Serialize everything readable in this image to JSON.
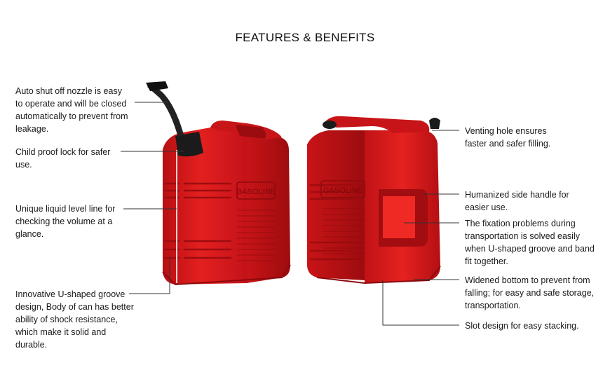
{
  "title": "FEATURES & BENEFITS",
  "left_callouts": [
    "Auto shut off nozzle is easy\nto operate and will be closed\nautomatically to prevent from\nleakage.",
    "Child proof lock for safer\nuse.",
    "Unique liquid level line for\nchecking the volume at a\nglance.",
    "Innovative U-shaped groove\ndesign, Body of can has better\nability of shock resistance,\nwhich make it solid and\ndurable."
  ],
  "right_callouts": [
    "Venting hole ensures\nfaster and safer filling.",
    "Humanized side handle for\neasier use.",
    "The fixation problems during\ntransportation is solved easily\nwhen U-shaped groove and band\nfit together.",
    "Widened bottom to prevent from\nfalling; for easy and safe storage,\ntransportation.",
    "Slot design for easy stacking."
  ],
  "can_label": "GASOLINE",
  "colors": {
    "can_red": "#e0191c",
    "can_dark": "#a80e10",
    "nozzle": "#1b1b1b",
    "leader_line": "#333333"
  }
}
